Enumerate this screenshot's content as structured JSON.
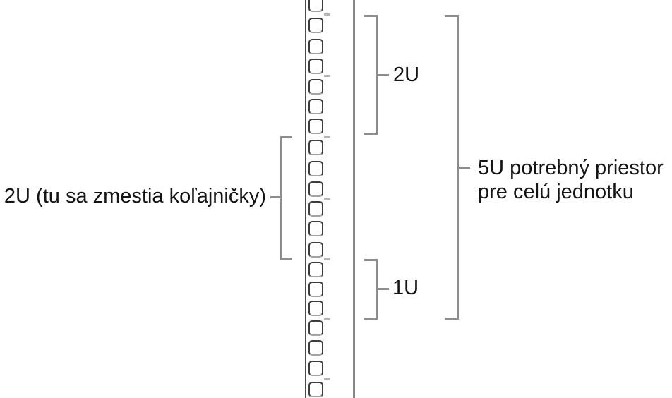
{
  "figure": {
    "kind": "rack-unit-diagram",
    "background": "#ffffff"
  },
  "colors": {
    "bracket": "#8d8d8d",
    "rail_line": "#4b4b4b",
    "rail_divider": "#898989",
    "hole_border": "#3d3d3d",
    "hole_border_bottom": "#a3a3a3",
    "u_tick": "#b3b6b8",
    "text": "#141414",
    "bg": "#ffffff"
  },
  "rail": {
    "hole_tops": [
      -5,
      25,
      55,
      83,
      112,
      140,
      168,
      198,
      228,
      257,
      285,
      313,
      343,
      371,
      399,
      426,
      454,
      482,
      511,
      541
    ],
    "u_tick_tops": [
      19,
      106,
      193,
      280,
      366,
      451,
      536
    ],
    "holes_per_u": 3
  },
  "labels": {
    "rails_span": "2U (tu sa zmestia koľajničky)",
    "top_span": "2U",
    "bottom_span": "1U",
    "total_span_line1": "5U potrebný priestor",
    "total_span_line2": "pre celú jednotku"
  }
}
